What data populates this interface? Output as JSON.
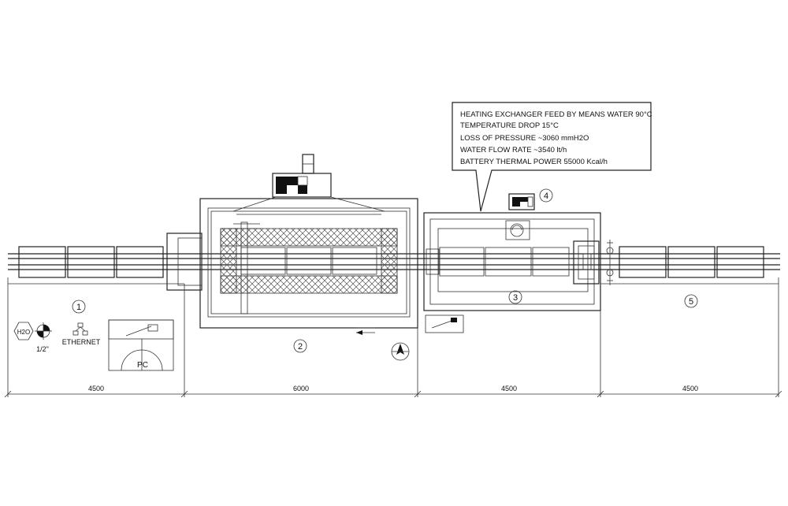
{
  "callout": {
    "lines": [
      "HEATING EXCHANGER FEED BY MEANS WATER 90°C",
      "TEMPERATURE DROP 15°C",
      "LOSS OF PRESSURE ~3060 mmH2O",
      "WATER FLOW RATE ~3540 lt/h",
      "BATTERY THERMAL POWER 55000 Kcal/h"
    ]
  },
  "sections": [
    {
      "number": "1",
      "dimension": "4500"
    },
    {
      "number": "2",
      "dimension": "6000"
    },
    {
      "number": "3",
      "dimension": "4500"
    },
    {
      "number": "4",
      "dimension": ""
    },
    {
      "number": "5",
      "dimension": "4500"
    }
  ],
  "utilities": {
    "water": "H2O",
    "pipe_size": "1/2\"",
    "network": "ETHERNET",
    "workstation": "PC"
  },
  "icons": [
    "water-supply-icon",
    "pipe-fitting-icon",
    "ethernet-icon",
    "pc-station-icon",
    "airflow-arrow-icon",
    "compass-icon",
    "tool-icon",
    "fan-icon",
    "valve-icon"
  ]
}
